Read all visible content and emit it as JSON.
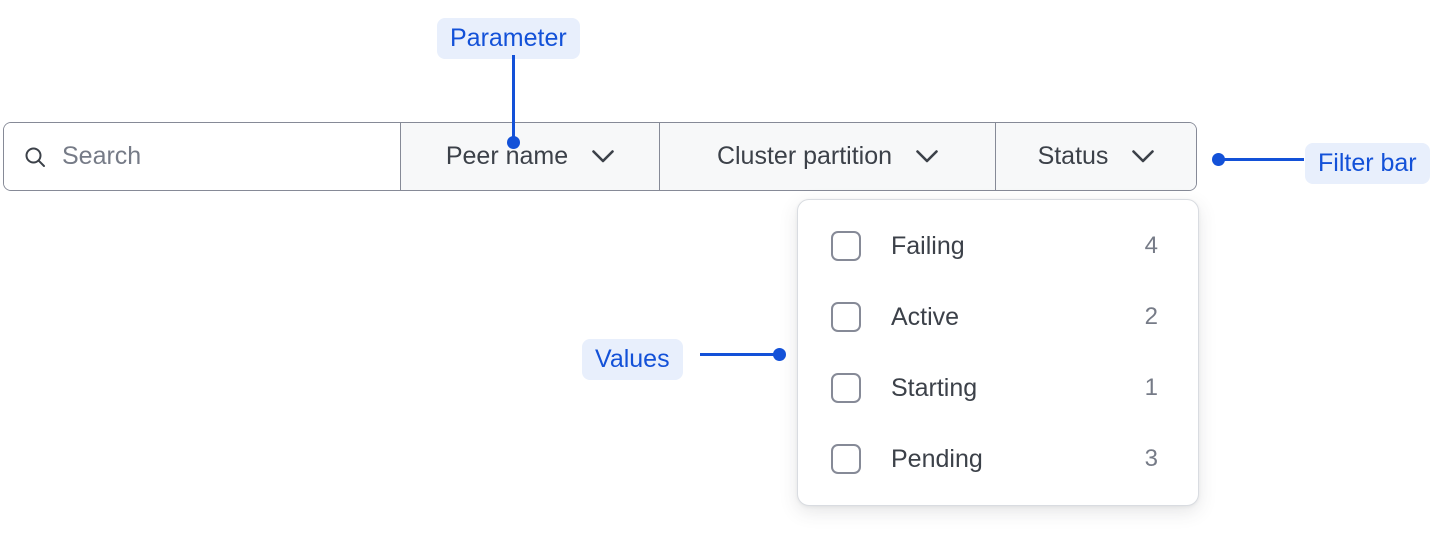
{
  "filter_bar": {
    "search": {
      "icon": "search-icon",
      "placeholder": "Search",
      "value": ""
    },
    "segments": [
      {
        "label": "Peer name",
        "icon": "chevron-down-icon"
      },
      {
        "label": "Cluster partition",
        "icon": "chevron-down-icon"
      },
      {
        "label": "Status",
        "icon": "chevron-down-icon"
      }
    ]
  },
  "status_dropdown": {
    "options": [
      {
        "label": "Failing",
        "count": "4",
        "checked": false
      },
      {
        "label": "Active",
        "count": "2",
        "checked": false
      },
      {
        "label": "Starting",
        "count": "1",
        "checked": false
      },
      {
        "label": "Pending",
        "count": "3",
        "checked": false
      }
    ]
  },
  "annotations": [
    {
      "label": "Parameter"
    },
    {
      "label": "Values"
    },
    {
      "label": "Filter bar"
    }
  ],
  "colors": {
    "annotation_text": "#1351d8",
    "annotation_bg": "#e8effc",
    "border": "#868a97",
    "segment_bg": "#f7f8f9",
    "text": "#3c4149",
    "muted_text": "#767b87"
  }
}
